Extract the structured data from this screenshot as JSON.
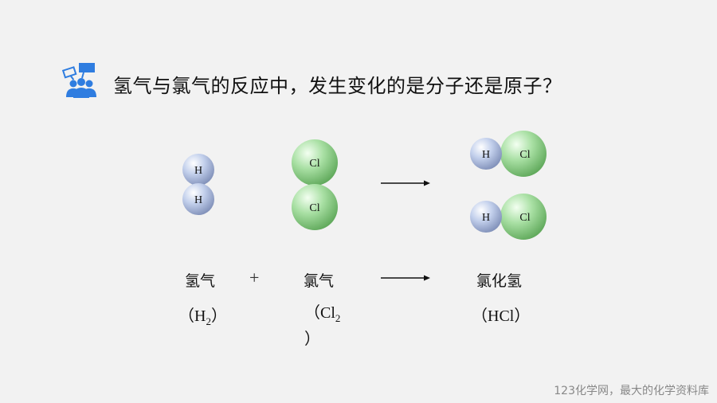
{
  "title": "氢气与氯气的反应中，发生变化的是分子还是原子？",
  "icon": "people-with-sign-icon",
  "colors": {
    "hydrogen": "#b4c3e3",
    "chlorine": "#9fd89b",
    "icon_blue": "#2f7de0"
  },
  "atoms": {
    "h": "H",
    "cl": "Cl"
  },
  "reactant1": {
    "name": "氢气",
    "formula_open": "（H",
    "formula_sub": "2",
    "formula_close": "）"
  },
  "plus": "+",
  "reactant2": {
    "name": "氯气",
    "formula_open": "（Cl",
    "formula_sub": "2",
    "formula_close": "）"
  },
  "product": {
    "name": "氯化氢",
    "formula": "（HCl）"
  },
  "watermark": "123化学网，最大的化学资料库"
}
